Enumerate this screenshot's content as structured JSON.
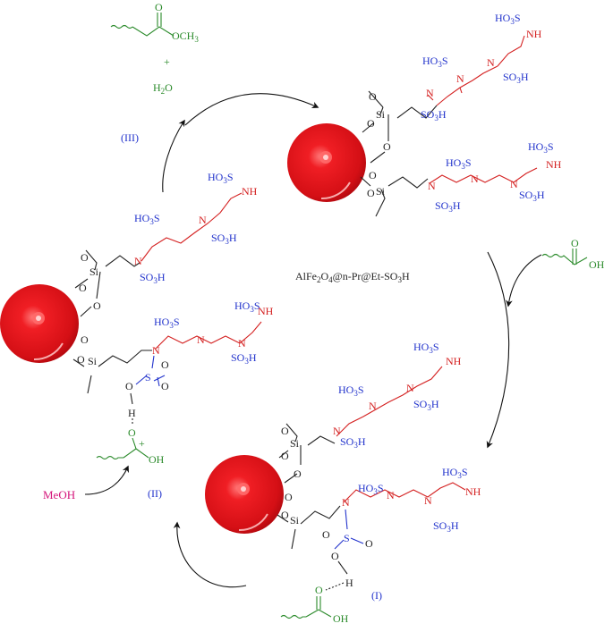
{
  "labels": {
    "catalyst": "AlFe2O4@n-Pr@Et-SO3H",
    "catalyst_base": "AlFe",
    "catalyst_sub1": "2",
    "catalyst_mid": "O",
    "catalyst_sub2": "4",
    "catalyst_tail": "@n-Pr@Et-SO",
    "catalyst_sub3": "3",
    "catalyst_end": "H",
    "step_I": "(I)",
    "step_II": "(II)",
    "step_III": "(III)",
    "methanol": "MeOH",
    "plus": "+",
    "water": "H2O",
    "water_h": "H",
    "water_sub": "2",
    "water_o": "O",
    "ester_o": "O",
    "ester_och3": "OCH",
    "ester_sub": "3",
    "acid_o": "O",
    "acid_oh": "OH",
    "oh": "OH",
    "o": "O",
    "h": "H",
    "plus_charge": "+",
    "si": "Si",
    "n": "N",
    "nh": "NH",
    "s": "S",
    "ho3s": "HO",
    "ho3s_sub": "3",
    "ho3s_s": "S",
    "so3h": "SO",
    "so3h_sub": "3",
    "so3h_h": "H"
  },
  "colors": {
    "nanoparticle": "#e8141c",
    "sulfonic": "#2233cc",
    "amine_chain": "#d42020",
    "organic": "#2a8a2a",
    "methanol": "#d4147a",
    "steps": "#2233cc"
  }
}
